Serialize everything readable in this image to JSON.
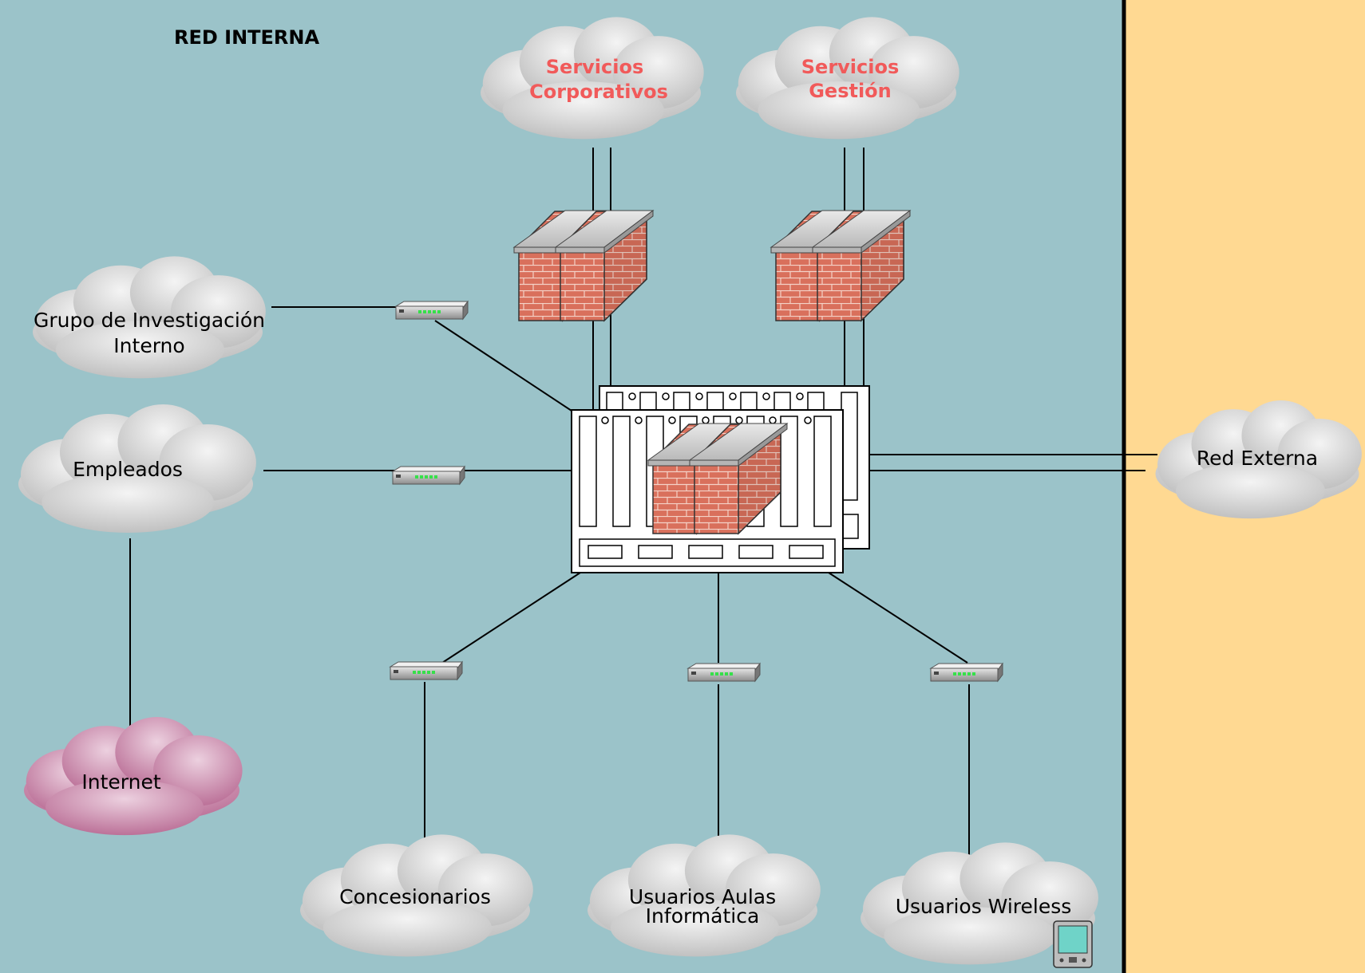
{
  "title": "RED INTERNA",
  "colors": {
    "internal_bg": "#9bc3c9",
    "external_bg": "#ffd992",
    "divider": "#000000",
    "service_text": "#f15a5a",
    "cloud": "#d7d7d7",
    "internet_cloud": "#c77fa4",
    "brick": "#d9705c",
    "switch_led": "#36e04a"
  },
  "clouds": {
    "servicios_corporativos": {
      "line1": "Servicios",
      "line2": "Corporativos"
    },
    "servicios_gestion": {
      "line1": "Servicios",
      "line2": "Gestión"
    },
    "grupo_investigacion": {
      "line1": "Grupo de Investigación",
      "line2": "Interno"
    },
    "empleados": {
      "label": "Empleados"
    },
    "internet": {
      "label": "Internet"
    },
    "red_externa": {
      "label": "Red Externa"
    },
    "concesionarios": {
      "label": "Concesionarios"
    },
    "usuarios_aulas": {
      "line1": "Usuarios Aulas",
      "line2": "Informática"
    },
    "usuarios_wireless": {
      "label": "Usuarios  Wireless"
    }
  },
  "icons": {
    "firewall": "brick-firewall-icon",
    "switch": "network-switch-icon",
    "chassis": "network-chassis-icon",
    "pda": "pda-icon",
    "cloud": "cloud-icon"
  }
}
